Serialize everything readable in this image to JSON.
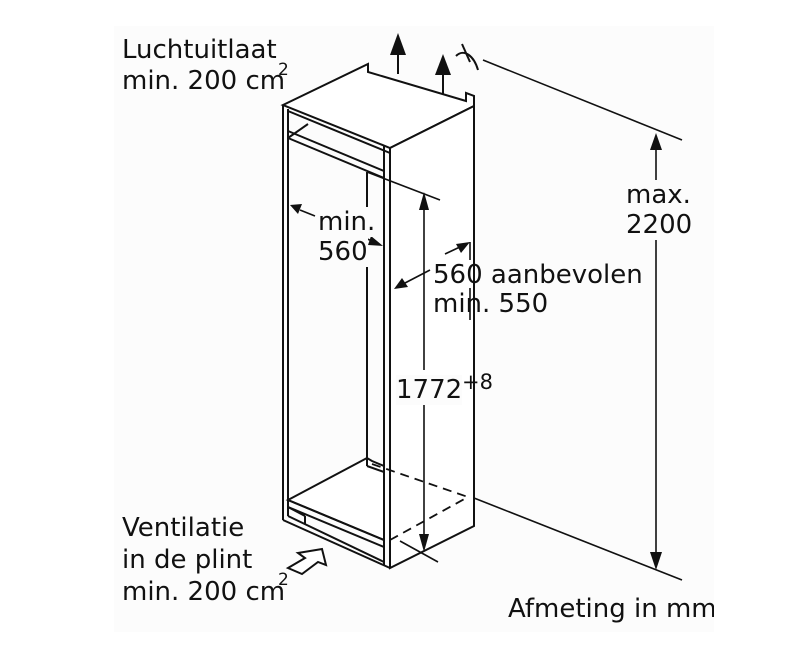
{
  "diagram": {
    "type": "installation-dimension-drawing",
    "subject": "built-in appliance niche",
    "labels": {
      "air_outlet_title": "Luchtuitlaat",
      "air_outlet_min": "min. 200 cm",
      "air_outlet_sup": "2",
      "niche_width_min_line1": "min.",
      "niche_width_min_line2": "560",
      "depth_line1": "560 aanbevolen",
      "depth_line2": "min. 550",
      "niche_height_value": "1772",
      "niche_height_tolerance": "+8",
      "max_height_line1": "max.",
      "max_height_line2": "2200",
      "ventilation_line1": "Ventilatie",
      "ventilation_line2": "in de plint",
      "ventilation_min": "min. 200 cm",
      "ventilation_sup": "2",
      "unit_note": "Afmeting in mm"
    },
    "icons": {
      "airflow_up_arrows": 2,
      "airflow_in_arrow": 1,
      "wall_break_symbol": "break-symbol"
    },
    "colors": {
      "line": "#111111",
      "background": "#ffffff",
      "drawing_bg": "#fcfcfc"
    }
  }
}
